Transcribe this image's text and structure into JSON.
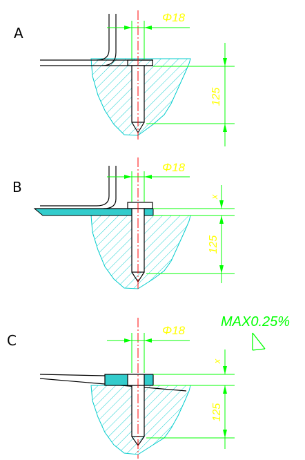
{
  "colors": {
    "outline": "#000000",
    "hatch": "#00cccc",
    "fill": "#33cccc",
    "dimension": "#00ff00",
    "dimension_text": "#ffff00",
    "centerline": "#ff0000",
    "note": "#00ff00"
  },
  "panels": [
    {
      "label": "A",
      "diameter": "Φ18",
      "depth": "125"
    },
    {
      "label": "B",
      "diameter": "Φ18",
      "depth": "125",
      "offset": "x"
    },
    {
      "label": "C",
      "diameter": "Φ18",
      "depth": "125",
      "offset": "x"
    }
  ],
  "note": {
    "text": "MAX0.25%",
    "symbol": "slope-icon"
  }
}
